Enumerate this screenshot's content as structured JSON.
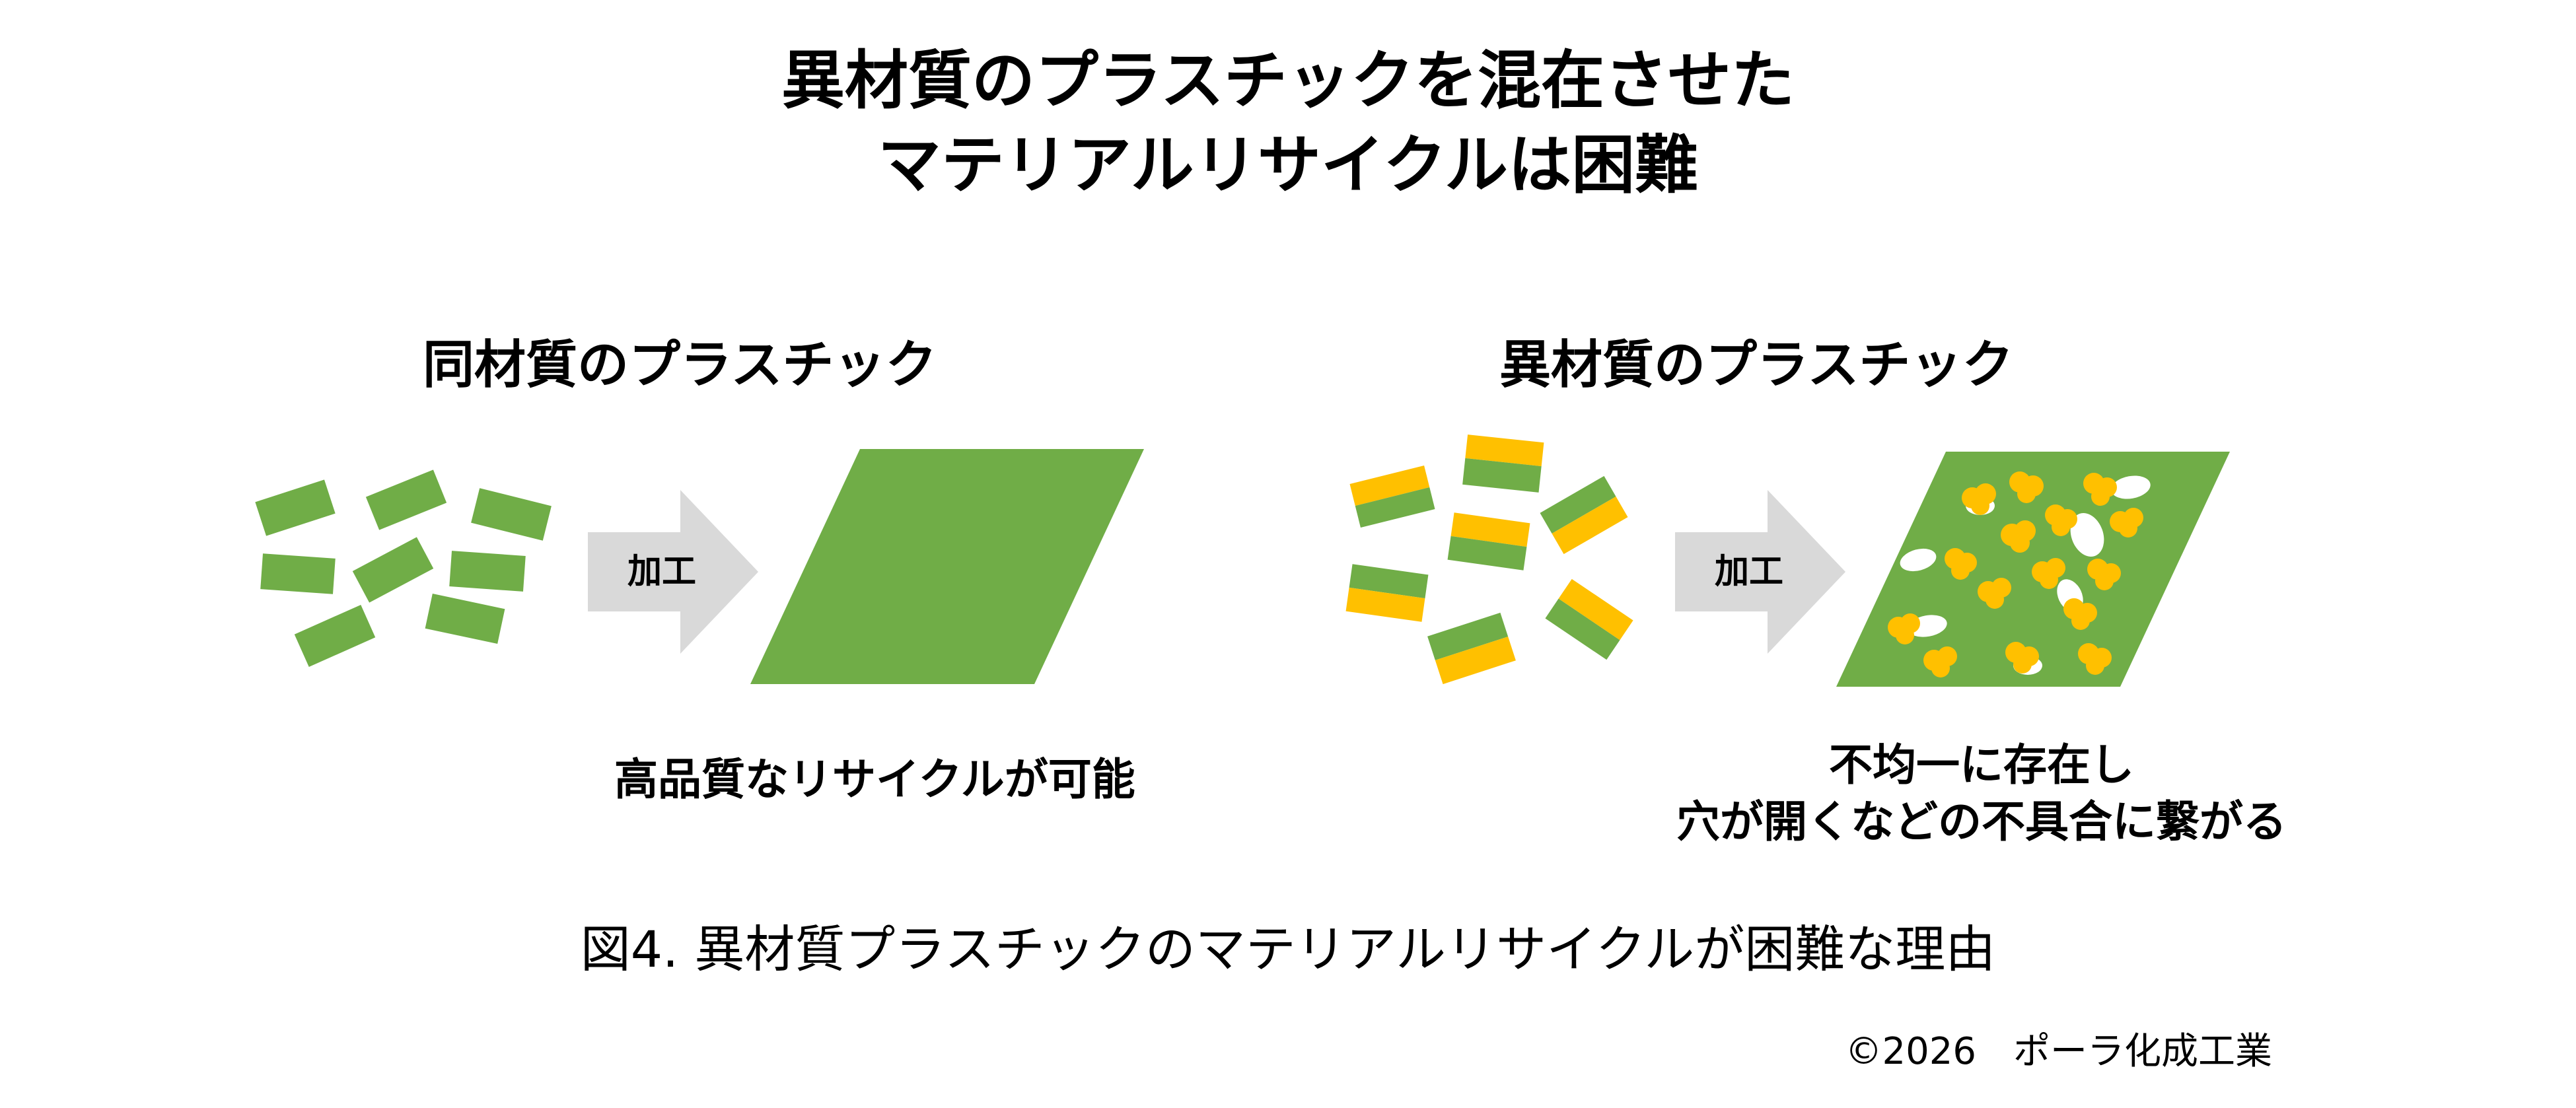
{
  "title": {
    "line1": "異材質のプラスチックを混在させた",
    "line2": "マテリアルリサイクルは困難"
  },
  "left": {
    "heading": "同材質のプラスチック",
    "arrow_label": "加工",
    "result": "高品質なリサイクルが可能"
  },
  "right": {
    "heading": "異材質のプラスチック",
    "arrow_label": "加工",
    "result_line1": "不均一に存在し",
    "result_line2": "穴が開くなどの不具合に繋がる"
  },
  "caption": "図4. 異材質プラスチックのマテリアルリサイクルが困難な理由",
  "copyright": "©2026　ポーラ化成工業",
  "colors": {
    "green": "#70ad47",
    "yellow": "#ffc000",
    "arrow_gray": "#d9d9d9",
    "hole_white": "#ffffff"
  }
}
